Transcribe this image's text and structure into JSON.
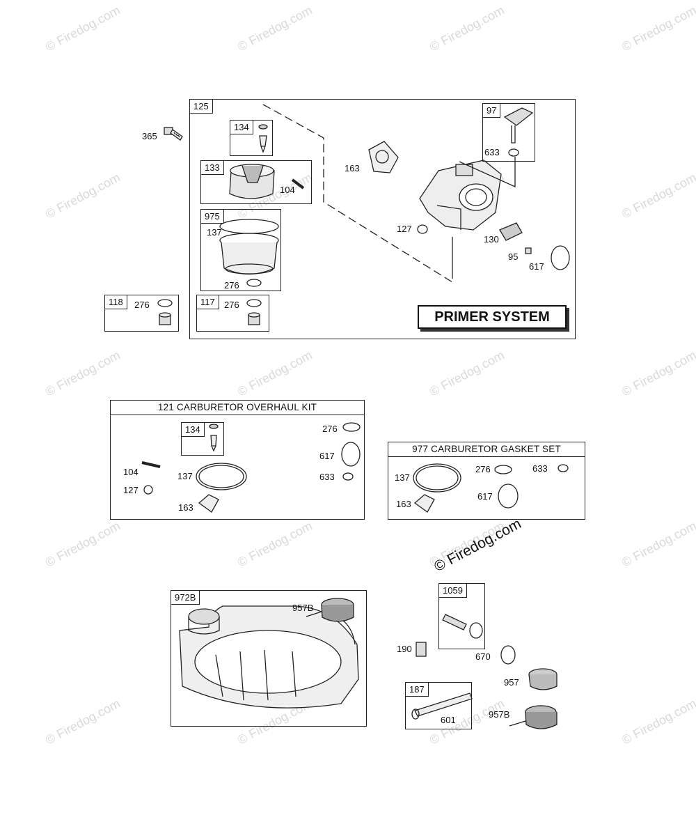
{
  "watermark": "© Firedog.com",
  "copyright_stamp": "© Firedog.com",
  "primer": {
    "title": "PRIMER SYSTEM",
    "main_tag": "125",
    "p365": "365",
    "p134": "134",
    "p133": "133",
    "p104": "104",
    "p975": "975",
    "p137": "137",
    "p276a": "276",
    "p118": "118",
    "p276b": "276",
    "p117": "117",
    "p276c": "276",
    "p163": "163",
    "p127": "127",
    "p97": "97",
    "p633": "633",
    "p130": "130",
    "p95": "95",
    "p617": "617"
  },
  "overhaul": {
    "header": "121 CARBURETOR OVERHAUL KIT",
    "p134": "134",
    "p276": "276",
    "p617": "617",
    "p633": "633",
    "p104": "104",
    "p137": "137",
    "p127": "127",
    "p163": "163"
  },
  "gasket": {
    "header": "977 CARBURETOR GASKET SET",
    "p137": "137",
    "p276": "276",
    "p633": "633",
    "p617": "617",
    "p163": "163"
  },
  "tank": {
    "tag": "972B",
    "p957b": "957B"
  },
  "misc": {
    "p1059": "1059",
    "p190": "190",
    "p670": "670",
    "p957": "957",
    "p187": "187",
    "p601": "601",
    "p957b": "957B"
  }
}
